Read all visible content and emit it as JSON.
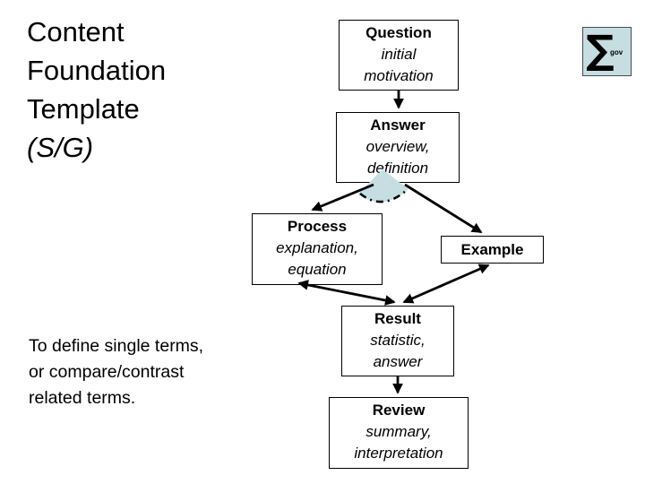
{
  "title": {
    "lines": [
      "Content",
      "Foundation",
      "Template"
    ],
    "suffix": "(S/G)"
  },
  "note": {
    "text": "To define single terms,\nor compare/contrast\nrelated terms."
  },
  "logo": {
    "symbol": "∑",
    "small_text": "gov"
  },
  "flowchart": {
    "nodes": [
      {
        "id": "question",
        "title": "Question",
        "subtitle": "initial\nmotivation"
      },
      {
        "id": "answer",
        "title": "Answer",
        "subtitle": "overview,\ndefinition"
      },
      {
        "id": "process",
        "title": "Process",
        "subtitle": "explanation,\nequation"
      },
      {
        "id": "example",
        "title": "Example",
        "subtitle": ""
      },
      {
        "id": "result",
        "title": "Result",
        "subtitle": "statistic,\nanswer"
      },
      {
        "id": "review",
        "title": "Review",
        "subtitle": "summary,\ninterpretation"
      }
    ],
    "edges": [
      {
        "from": "Question",
        "to": "Answer",
        "bidirectional": false
      },
      {
        "from": "Answer",
        "to": "Process",
        "bidirectional": false
      },
      {
        "from": "Answer",
        "to": "Example",
        "bidirectional": false
      },
      {
        "from": "Process",
        "to": "Result",
        "bidirectional": true
      },
      {
        "from": "Example",
        "to": "Result",
        "bidirectional": true
      },
      {
        "from": "Result",
        "to": "Review",
        "bidirectional": false
      }
    ],
    "decoration": {
      "type": "dashed-fan",
      "color": "#c6dee2",
      "border_style": "dash-dot"
    }
  },
  "colors": {
    "background": "#ffffff",
    "node_fill": "#ffffff",
    "node_border": "#000000",
    "connector": "#000000",
    "accent_shape": "#c6dee2",
    "logo_fill": "#c6dee2",
    "text": "#000000"
  }
}
